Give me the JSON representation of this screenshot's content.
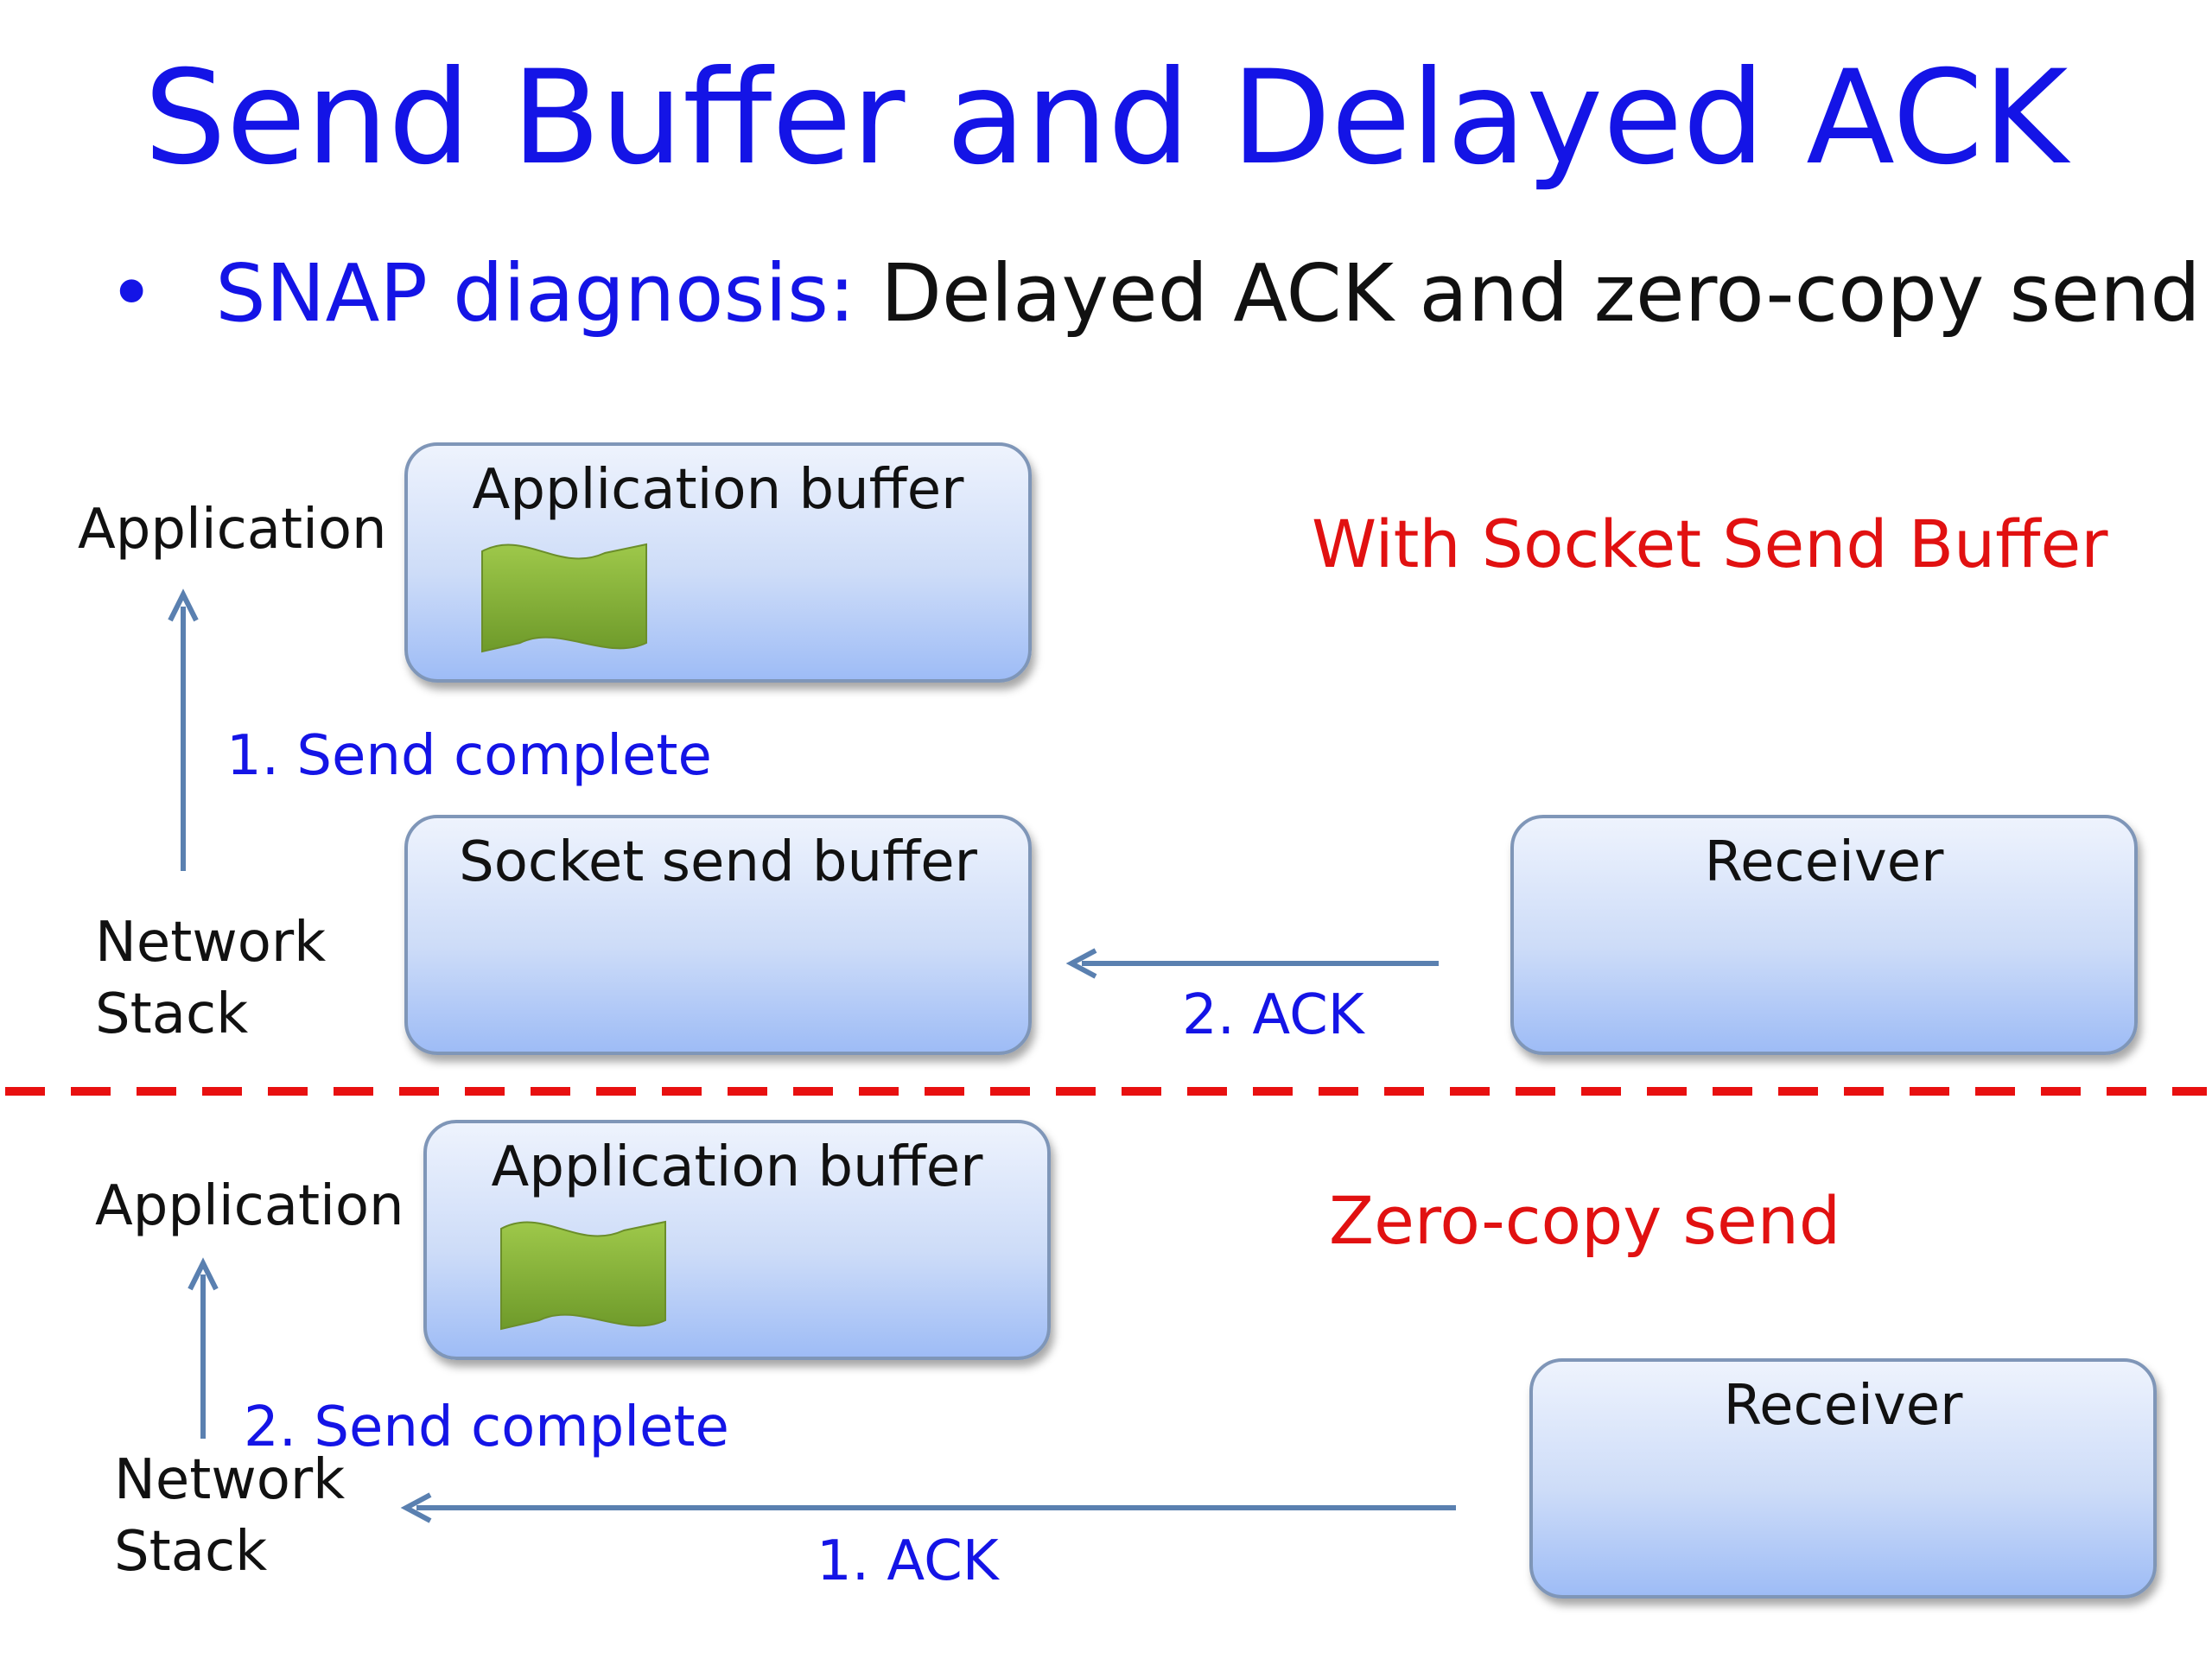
{
  "slide": {
    "title": "Send Buffer and Delayed ACK",
    "bullet": {
      "marker": "•",
      "lead": "SNAP diagnosis:",
      "text": "Delayed ACK and zero-copy send"
    }
  },
  "top_section": {
    "heading": "With Socket Send Buffer",
    "application_label": "Application",
    "network_stack_label_line1": "Network",
    "network_stack_label_line2": "Stack",
    "application_buffer_label": "Application buffer",
    "socket_buffer_label": "Socket send buffer",
    "receiver_label": "Receiver",
    "step1_label": "1. Send complete",
    "step2_label": "2. ACK"
  },
  "bottom_section": {
    "heading": "Zero-copy send",
    "application_label": "Application",
    "network_stack_label_line1": "Network",
    "network_stack_label_line2": "Stack",
    "application_buffer_label": "Application buffer",
    "receiver_label": "Receiver",
    "step1_label": "1. ACK",
    "step2_label": "2. Send complete"
  },
  "colors": {
    "title_blue": "#1414e6",
    "heading_red": "#e11111",
    "arrow": "#5a80b0",
    "divider": "#e81010",
    "data_green": "#8fba3c"
  },
  "icons": {
    "data_packet": "green-flag-shape"
  }
}
